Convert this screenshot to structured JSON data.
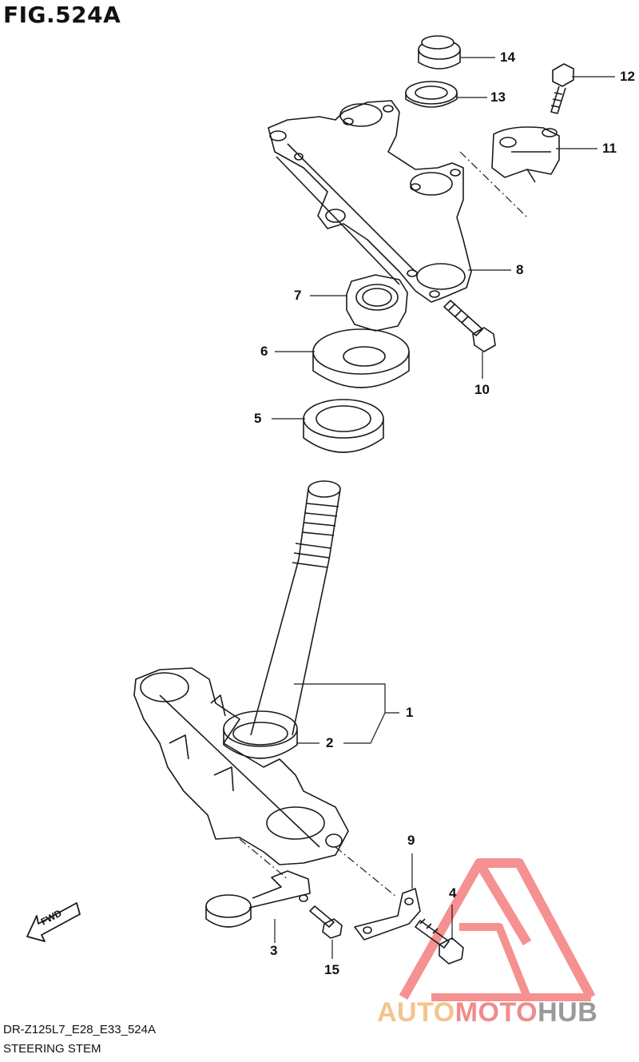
{
  "figure": {
    "title": "FIG.524A"
  },
  "callouts": [
    "14",
    "13",
    "12",
    "11",
    "8",
    "7",
    "10",
    "6",
    "5",
    "1",
    "2",
    "9",
    "4",
    "3",
    "15"
  ],
  "fwd_label": "FWD",
  "footer": {
    "code": "DR-Z125L7_E28_E33_524A",
    "caption": "STEERING STEM"
  },
  "watermark": {
    "part1": "AUTO",
    "part2": "MOTO",
    "part3": "HUB",
    "colors": {
      "auto": "#f3c48c",
      "moto": "#f08c8c",
      "hub": "#9a9a9a",
      "triangle": "#f26d6d"
    }
  }
}
